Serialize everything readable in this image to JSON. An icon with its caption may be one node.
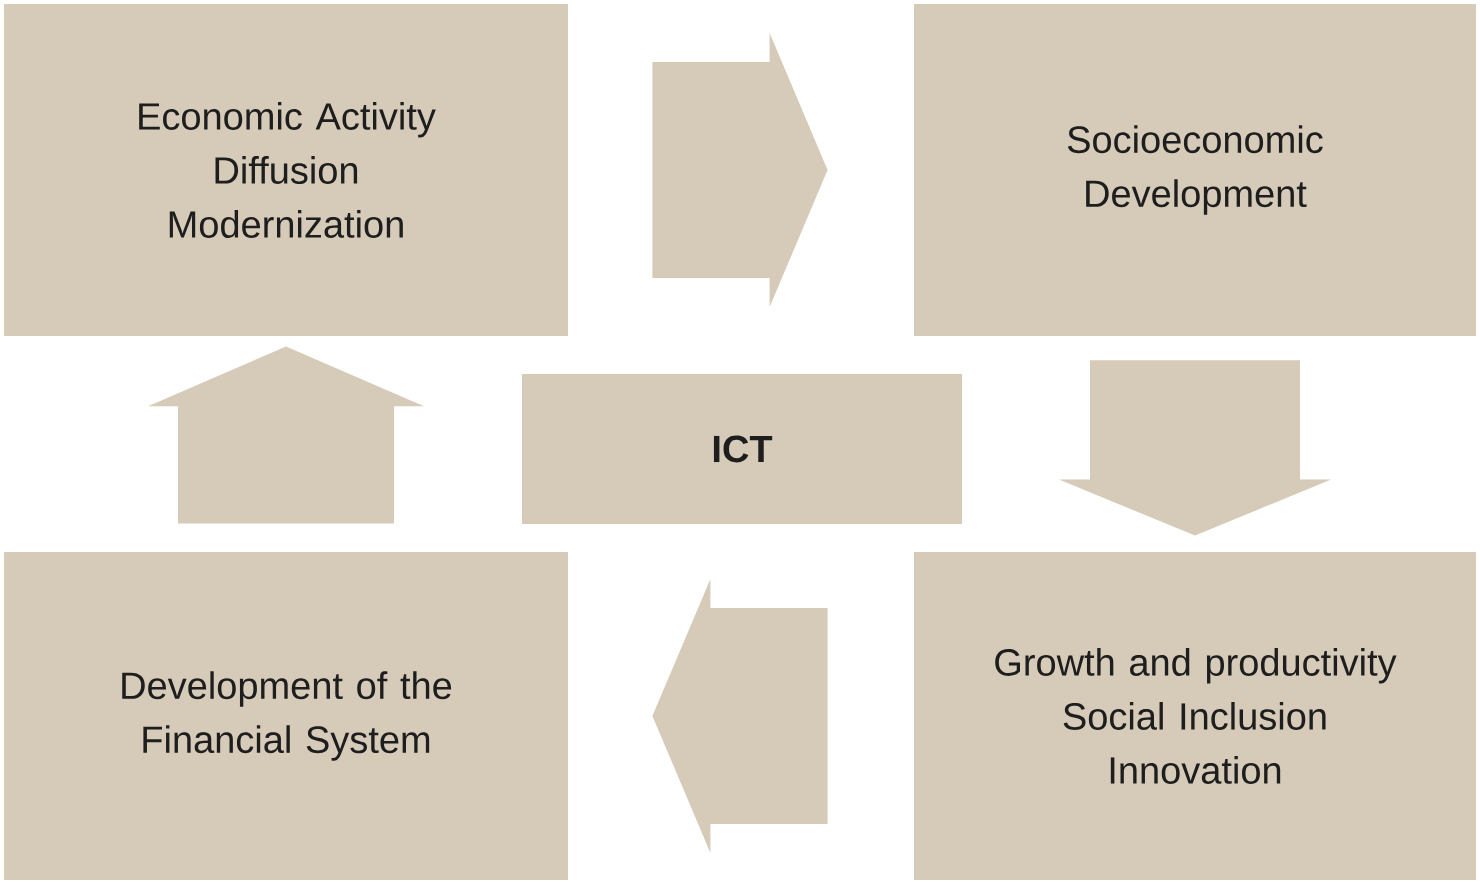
{
  "diagram": {
    "nodes": [
      {
        "text": [
          "Economic Activity",
          "Diffusion",
          "Modernization"
        ]
      },
      {
        "text": [
          "Socioeconomic Development"
        ]
      },
      {
        "text": [
          "Growth and productivity",
          "Social Inclusion",
          "Innovation"
        ]
      },
      {
        "text": [
          "Development of the Financial System"
        ]
      },
      {
        "text": [
          "ICT"
        ]
      }
    ],
    "edges": [
      {
        "from": 0,
        "to": 1,
        "arrow": "to"
      },
      {
        "from": 1,
        "to": 2,
        "arrow": "to"
      },
      {
        "from": 2,
        "to": 3,
        "arrow": "to"
      },
      {
        "from": 3,
        "to": 0,
        "arrow": "to"
      }
    ]
  }
}
